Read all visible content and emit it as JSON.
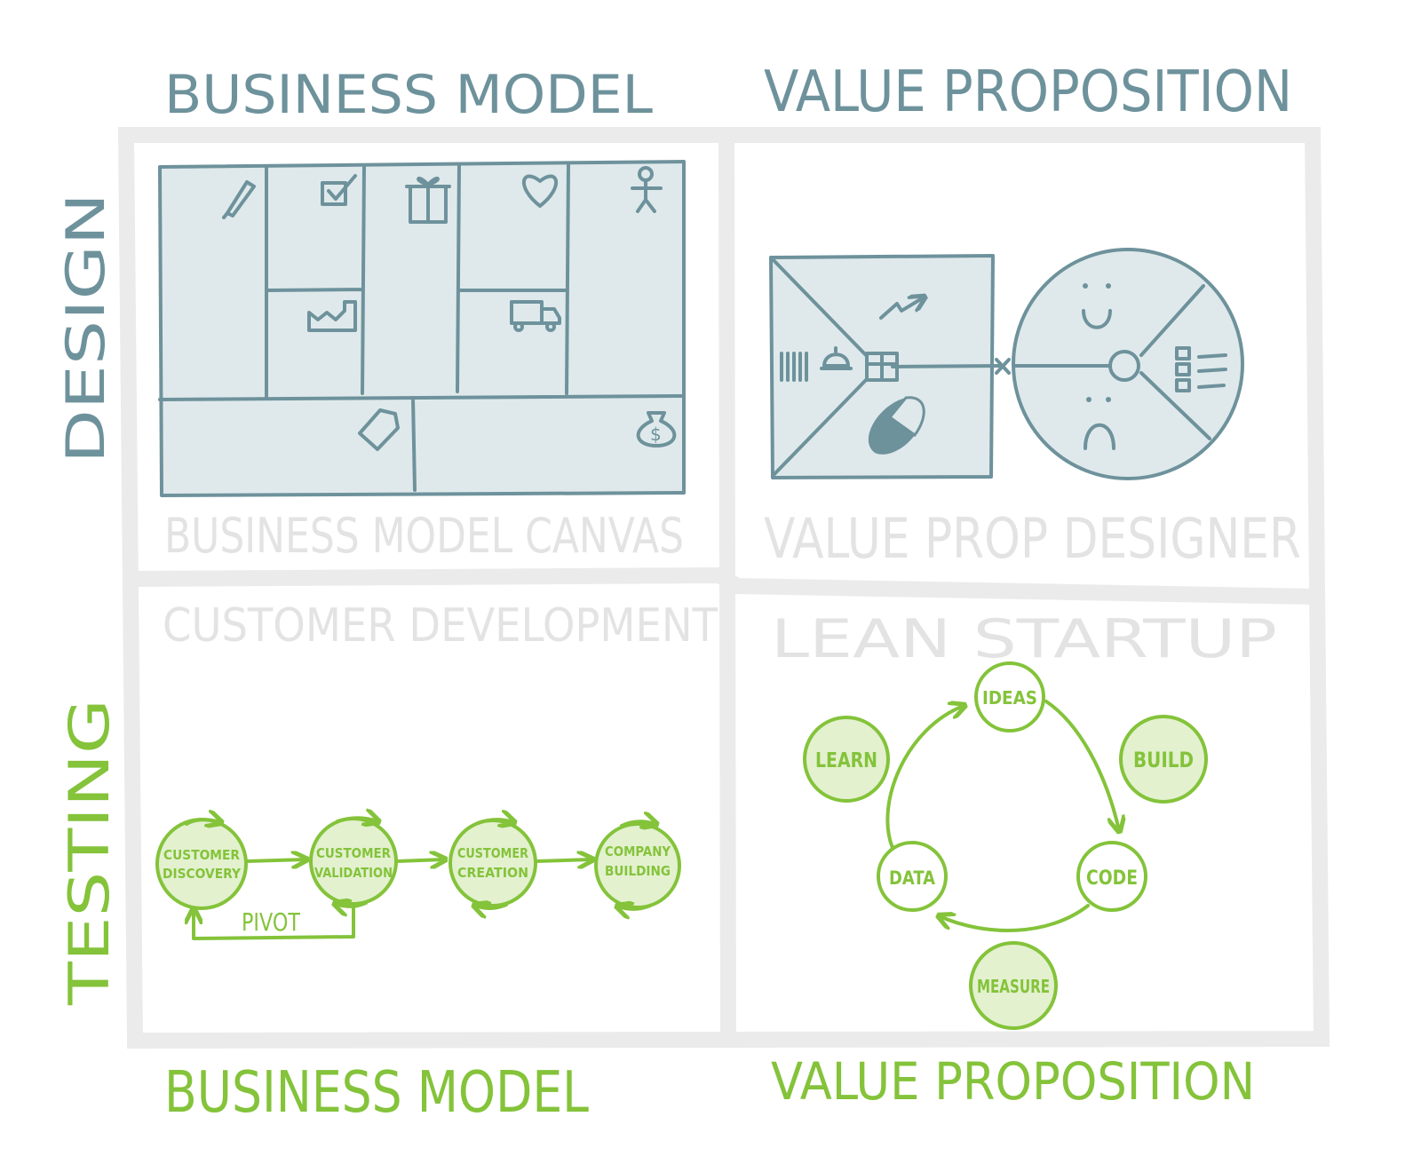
{
  "headers": {
    "top_left": "BUSINESS MODEL",
    "top_right": "VALUE PROPOSITION",
    "bottom_left": "BUSINESS MODEL",
    "bottom_right": "VALUE PROPOSITION",
    "row_design": "DESIGN",
    "row_testing": "TESTING"
  },
  "quadrants": {
    "business_model_canvas": "BUSINESS MODEL CANVAS",
    "value_prop_designer": "VALUE PROP DESIGNER",
    "customer_development": "CUSTOMER DEVELOPMENT",
    "lean_startup": "LEAN STARTUP"
  },
  "customer_development": {
    "steps": [
      {
        "line1": "CUSTOMER",
        "line2": "DISCOVERY"
      },
      {
        "line1": "CUSTOMER",
        "line2": "VALIDATION"
      },
      {
        "line1": "CUSTOMER",
        "line2": "CREATION"
      },
      {
        "line1": "COMPANY",
        "line2": "BUILDING"
      }
    ],
    "pivot": "PIVOT"
  },
  "lean_startup": {
    "ideas": "IDEAS",
    "build": "BUILD",
    "code": "CODE",
    "measure": "MEASURE",
    "data": "DATA",
    "learn": "LEARN"
  },
  "colors": {
    "design": "#6e929c",
    "testing": "#84c33a",
    "frame": "#ebebeb",
    "faint_label": "#e3e3e3"
  }
}
